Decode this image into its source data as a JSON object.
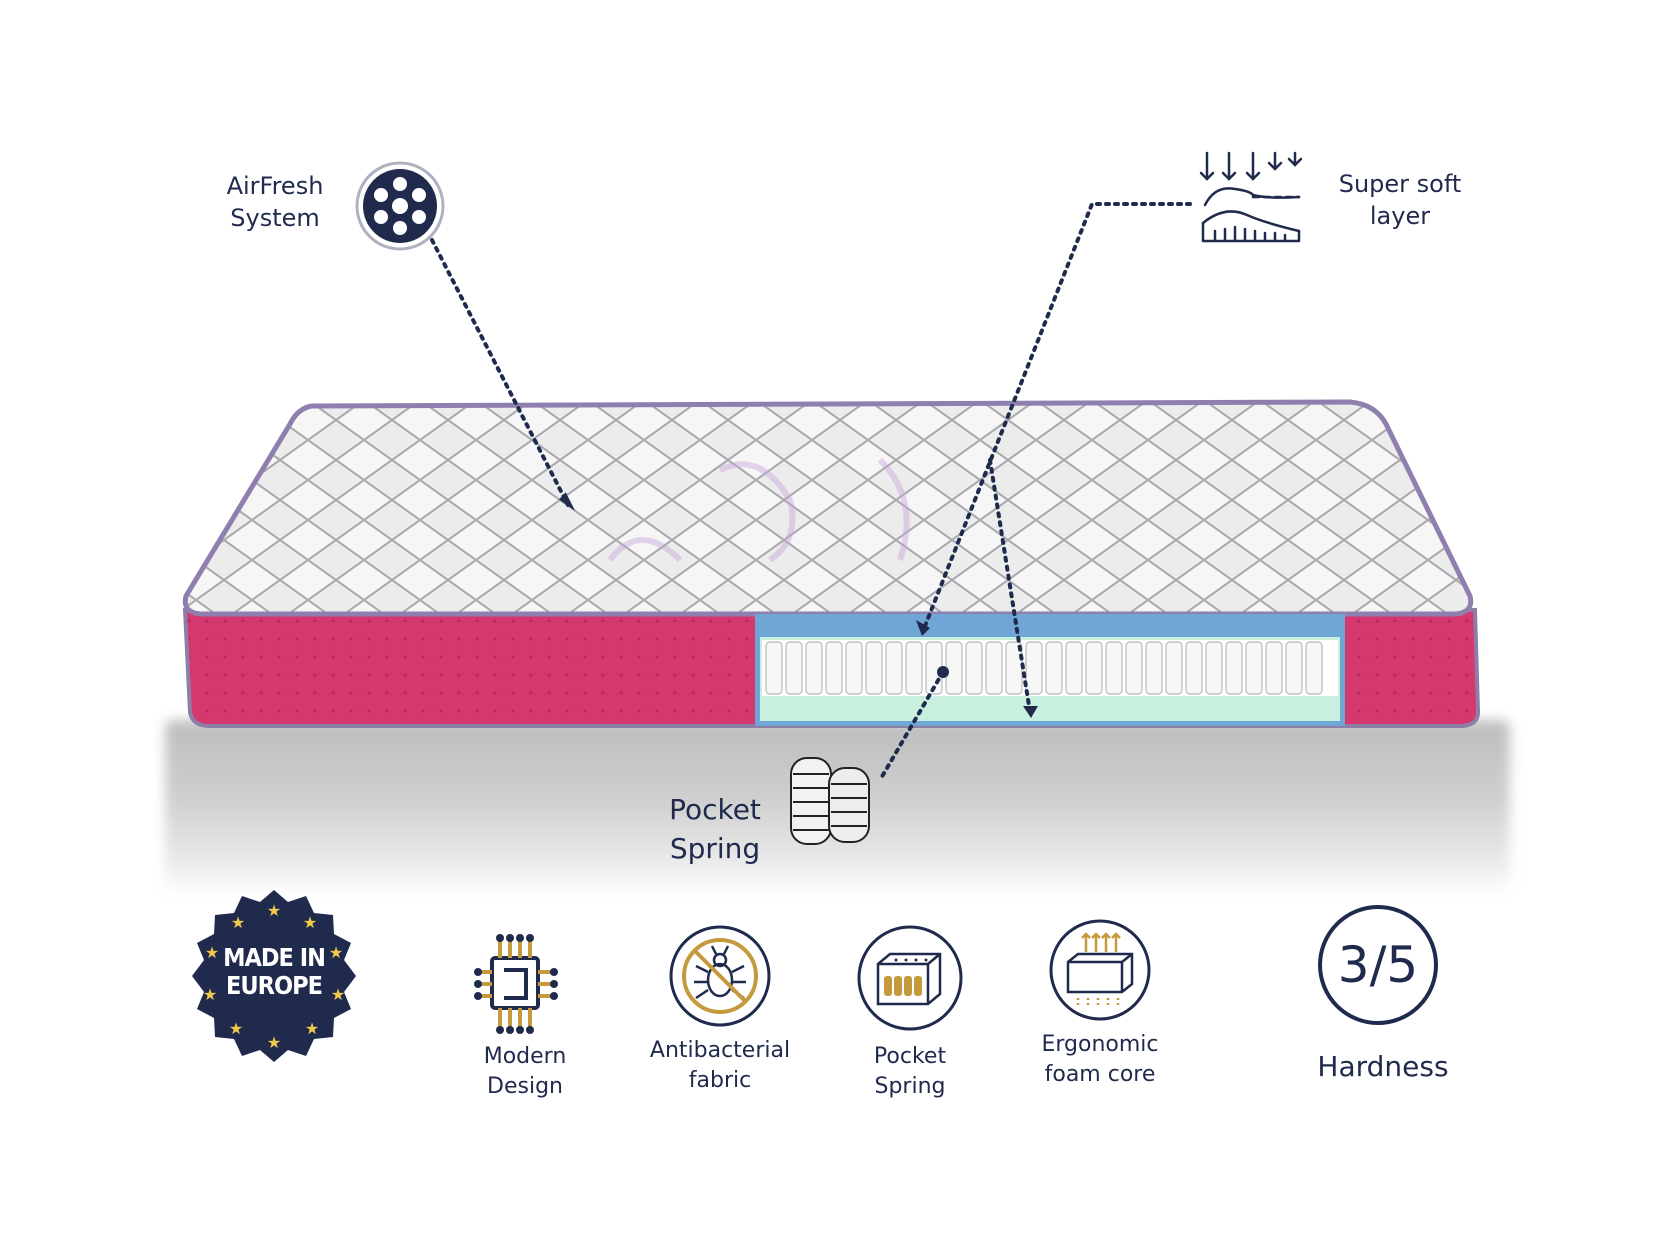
{
  "callouts": {
    "airfresh": {
      "line1": "AirFresh",
      "line2": "System",
      "icon": "airfresh-holes-icon"
    },
    "super_soft": {
      "line1": "Super soft",
      "line2": "layer",
      "icon": "soft-layer-icon"
    },
    "pocket_spring": {
      "line1": "Pocket",
      "line2": "Spring",
      "icon": "coil-springs-icon"
    }
  },
  "badge": {
    "line1": "MADE IN",
    "line2": "EUROPE",
    "icon": "eu-stars-badge-icon"
  },
  "features": [
    {
      "line1": "Modern",
      "line2": "Design",
      "icon": "chip-icon"
    },
    {
      "line1": "Antibacterial",
      "line2": "fabric",
      "icon": "no-bug-icon"
    },
    {
      "line1": "Pocket",
      "line2": "Spring",
      "icon": "mattress-springs-icon"
    },
    {
      "line1": "Ergonomic",
      "line2": "foam core",
      "icon": "foam-core-icon"
    }
  ],
  "hardness": {
    "value": "3/5",
    "label": "Hardness"
  },
  "colors": {
    "navy": "#1f2a4d",
    "mattress_side": "#d5386e",
    "cutaway_blue": "#6fa6d6",
    "gold": "#c59a3c"
  }
}
